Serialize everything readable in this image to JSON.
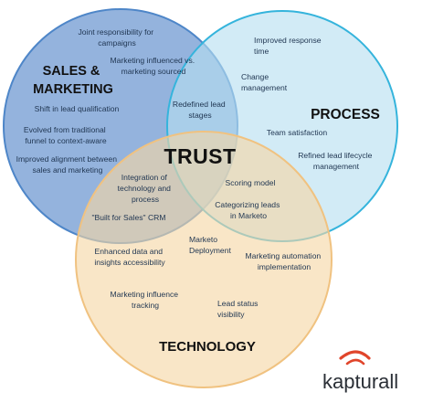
{
  "circles": {
    "sales_marketing": {
      "heading_lines": [
        "SALES &",
        "MARKETING"
      ],
      "fill": "#7da2d6",
      "stroke": "#4e86c8"
    },
    "process": {
      "heading_lines": [
        "PROCESS"
      ],
      "fill": "#b6dff0",
      "stroke": "#35b4dc"
    },
    "technology": {
      "heading_lines": [
        "TECHNOLOGY"
      ],
      "fill": "#f5d7a4",
      "stroke": "#f0c280"
    }
  },
  "center_label": "TRUST",
  "items": {
    "joint_responsibility": [
      "Joint responsibility for",
      "campaigns"
    ],
    "influenced_vs_sourced": [
      "Marketing influenced vs.",
      "marketing sourced"
    ],
    "shift_lead_qualification": [
      "Shift in lead qualification"
    ],
    "evolved_traditional": [
      "Evolved from traditional",
      "funnel to context-aware"
    ],
    "improved_alignment": [
      "Improved alignment between",
      "sales and marketing"
    ],
    "improved_response_time": [
      "Improved response",
      "time"
    ],
    "change_management": [
      "Change",
      "management"
    ],
    "redefined_lead_stages": [
      "Redefined lead",
      "stages"
    ],
    "team_satisfaction": [
      "Team satisfaction"
    ],
    "refined_lifecycle": [
      "Refined lead lifecycle",
      "management"
    ],
    "integration_tech_process": [
      "Integration of",
      "technology and",
      "process"
    ],
    "scoring_model": [
      "Scoring model"
    ],
    "categorizing_leads": [
      "Categorizing leads",
      "in Marketo"
    ],
    "built_for_sales_crm": [
      "\"Built for Sales\" CRM"
    ],
    "enhanced_data": [
      "Enhanced data and",
      "insights accessibility"
    ],
    "marketo_deployment": [
      "Marketo",
      "Deployment"
    ],
    "marketing_automation": [
      "Marketing automation",
      "implementation"
    ],
    "marketing_influence_tracking": [
      "Marketing influence",
      "tracking"
    ],
    "lead_status_visibility": [
      "Lead status",
      "visibility"
    ]
  },
  "logo": {
    "text": "kapturall",
    "accent": "#e0452b"
  }
}
